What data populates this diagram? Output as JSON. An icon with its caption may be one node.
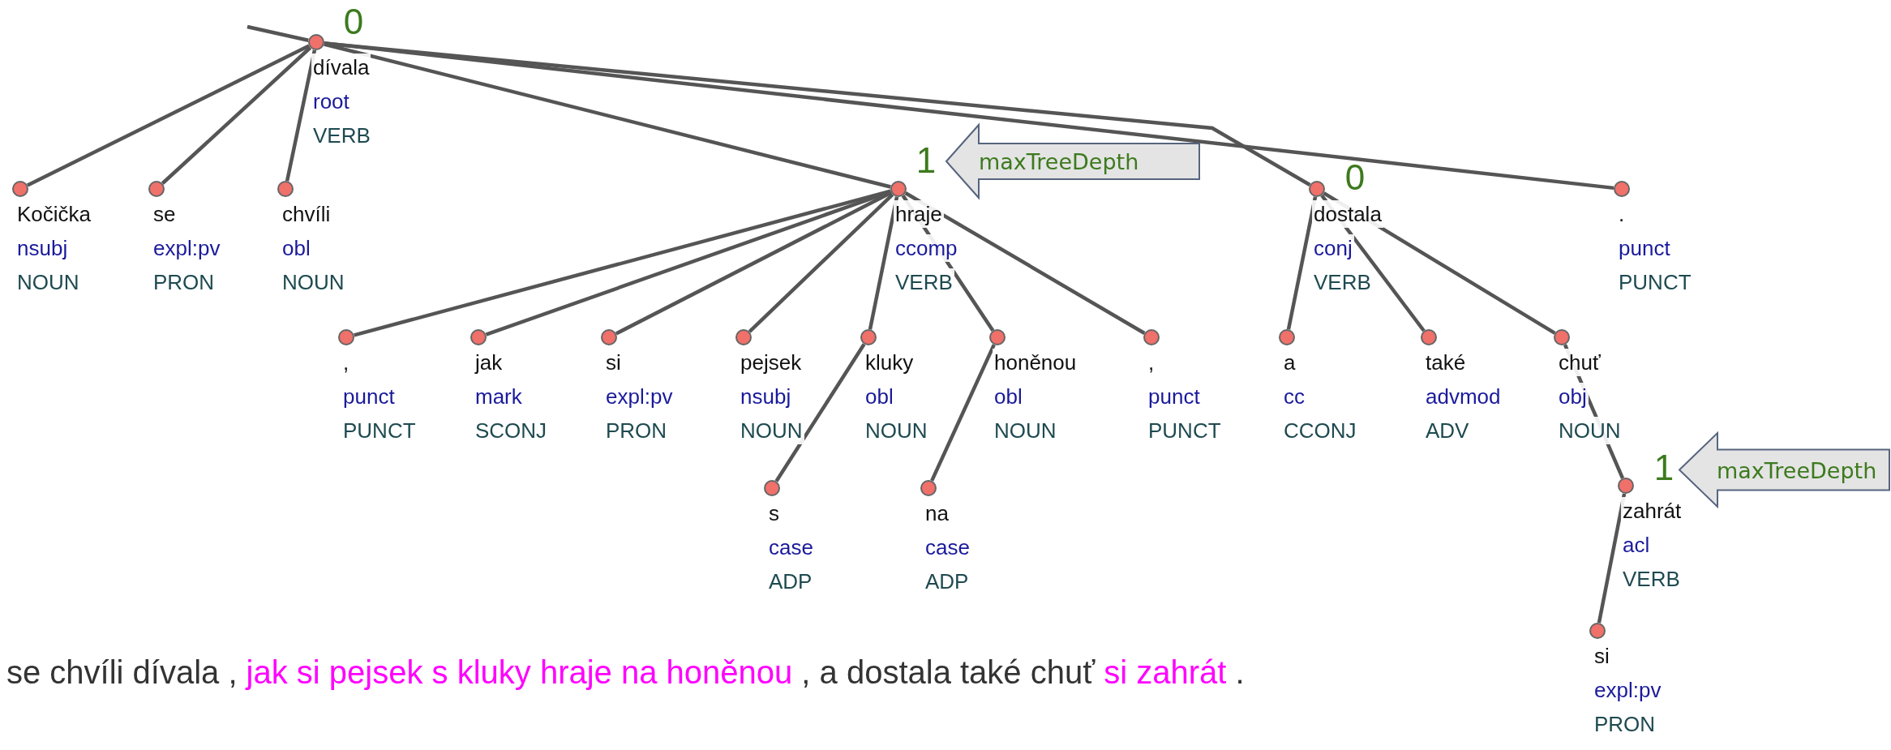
{
  "diagram": {
    "nodes": [
      {
        "text": [
          "dívala",
          "root",
          "VERB"
        ],
        "beside": [
          "0"
        ]
      },
      {
        "text": [
          "maxTreeDepth"
        ]
      },
      {
        "text": [
          "Kočička",
          "nsubj",
          "NOUN"
        ]
      },
      {
        "text": [
          "se",
          "expl:pv",
          "PRON"
        ]
      },
      {
        "text": [
          "chvíli",
          "obl",
          "NOUN"
        ]
      },
      {
        "text": [
          "hraje",
          "ccomp",
          "VERB"
        ],
        "beside": [
          "1"
        ]
      },
      {
        "text": [
          "dostala",
          "conj",
          "VERB"
        ],
        "beside": [
          "0"
        ]
      },
      {
        "text": [
          ".",
          "punct",
          "PUNCT"
        ]
      },
      {
        "text": [
          ",",
          "punct",
          "PUNCT"
        ]
      },
      {
        "text": [
          "jak",
          "mark",
          "SCONJ"
        ]
      },
      {
        "text": [
          "si",
          "expl:pv",
          "PRON"
        ]
      },
      {
        "text": [
          "pejsek",
          "nsubj",
          "NOUN"
        ]
      },
      {
        "text": [
          "kluky",
          "obl",
          "NOUN"
        ]
      },
      {
        "text": [
          "honěnou",
          "obl",
          "NOUN"
        ]
      },
      {
        "text": [
          ",",
          "punct",
          "PUNCT"
        ]
      },
      {
        "text": [
          "a",
          "cc",
          "CCONJ"
        ]
      },
      {
        "text": [
          "také",
          "advmod",
          "ADV"
        ]
      },
      {
        "text": [
          "chuť",
          "obj",
          "NOUN"
        ]
      },
      {
        "text": [
          "maxTreeDepth"
        ]
      },
      {
        "text": [
          "zahrát",
          "acl",
          "VERB"
        ],
        "beside": [
          "1"
        ]
      },
      {
        "text": [
          "s",
          "case",
          "ADP"
        ]
      },
      {
        "text": [
          "na",
          "case",
          "ADP"
        ]
      },
      {
        "text": [
          "si",
          "expl:pv",
          "PRON"
        ]
      }
    ],
    "edges": [
      {
        "from": null,
        "to": 0,
        "arrow": "none"
      },
      {
        "from": 0,
        "to": 2,
        "arrow": "none"
      },
      {
        "from": 0,
        "to": 3,
        "arrow": "none"
      },
      {
        "from": 0,
        "to": 4,
        "arrow": "none"
      },
      {
        "from": 0,
        "to": 5,
        "arrow": "none"
      },
      {
        "from": 0,
        "to": 6,
        "arrow": "none"
      },
      {
        "from": 0,
        "to": 7,
        "arrow": "none"
      },
      {
        "from": 5,
        "to": 8,
        "arrow": "none"
      },
      {
        "from": 5,
        "to": 9,
        "arrow": "none"
      },
      {
        "from": 5,
        "to": 10,
        "arrow": "none"
      },
      {
        "from": 5,
        "to": 11,
        "arrow": "none"
      },
      {
        "from": 5,
        "to": 12,
        "arrow": "none"
      },
      {
        "from": 5,
        "to": 13,
        "arrow": "none"
      },
      {
        "from": 5,
        "to": 14,
        "arrow": "none"
      },
      {
        "from": 6,
        "to": 15,
        "arrow": "none"
      },
      {
        "from": 6,
        "to": 16,
        "arrow": "none"
      },
      {
        "from": 6,
        "to": 17,
        "arrow": "none"
      },
      {
        "from": 17,
        "to": 19,
        "arrow": "none"
      },
      {
        "from": 12,
        "to": 20,
        "arrow": "none"
      },
      {
        "from": 13,
        "to": 21,
        "arrow": "none"
      },
      {
        "from": 19,
        "to": 22,
        "arrow": "none"
      }
    ],
    "labels": [
      "se chvíli dívala ,",
      "jak si pejsek s kluky hraje na honěnou",
      ", a dostala také chuť",
      "si zahrát",
      "."
    ]
  }
}
